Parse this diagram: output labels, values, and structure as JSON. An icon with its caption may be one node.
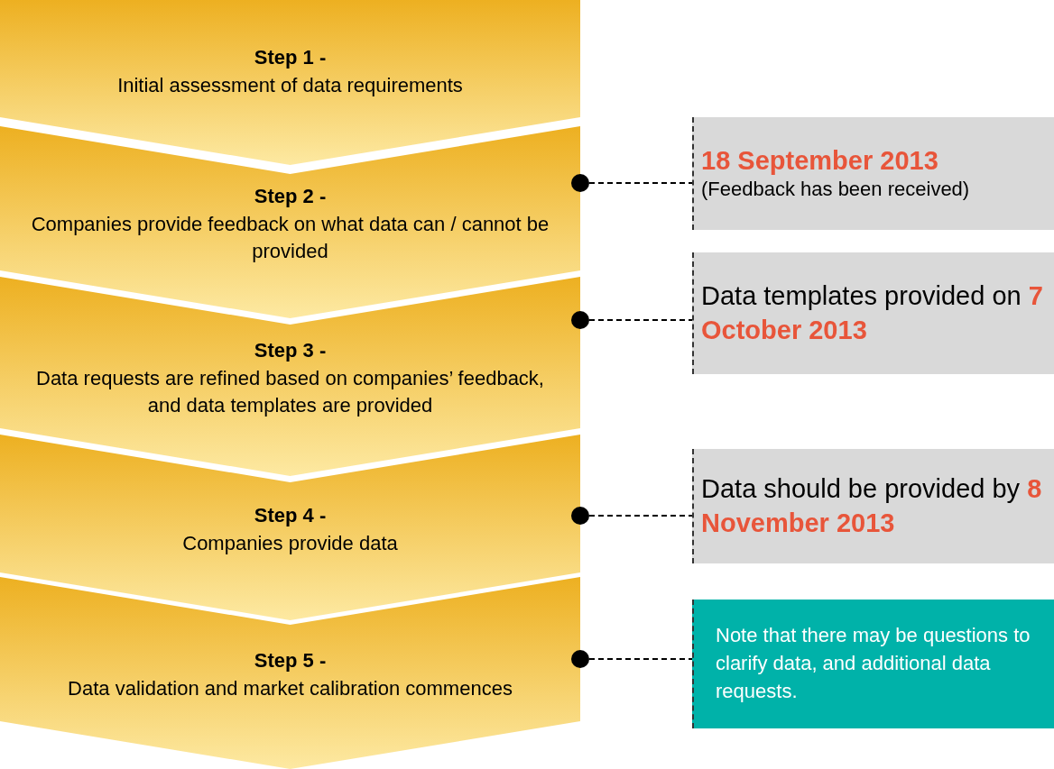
{
  "diagram": {
    "nodes": [
      {
        "text": [
          "Step 1 -",
          "Initial assessment of data requirements"
        ]
      },
      {
        "text": [
          "Step 2 -",
          "Companies provide feedback on what data can / cannot be provided"
        ]
      },
      {
        "text": [
          "Step 3 -",
          "Data requests are refined based on companies’ feedback, and data templates are provided"
        ]
      },
      {
        "text": [
          "Step 4 -",
          "Companies provide data"
        ]
      },
      {
        "text": [
          "Step 5 -",
          "Data validation and market calibration commences"
        ]
      },
      {
        "text": [
          "18 September 2013",
          "(Feedback has been received)"
        ]
      },
      {
        "text": [
          "Data templates provided on **7 October 2013**"
        ]
      },
      {
        "text": [
          "Data should be provided by **8 November 2013**"
        ]
      },
      {
        "text": [
          "Note that there may be questions to clarify data, and additional data requests."
        ]
      }
    ],
    "edges": [
      {
        "from": 1,
        "to": 5,
        "arrow": "other",
        "style": "dashed"
      },
      {
        "from": 2,
        "to": 6,
        "arrow": "other",
        "style": "dashed"
      },
      {
        "from": 3,
        "to": 7,
        "arrow": "other",
        "style": "dashed"
      },
      {
        "from": 4,
        "to": 8,
        "arrow": "other",
        "style": "dashed"
      }
    ]
  }
}
